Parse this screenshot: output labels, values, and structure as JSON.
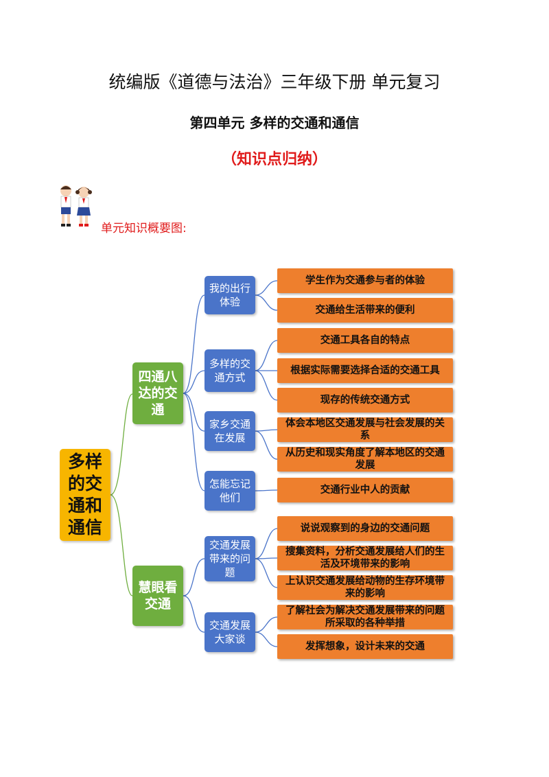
{
  "header": {
    "title": "统编版《道德与法治》三年级下册  单元复习",
    "unit_title": "第四单元  多样的交通和通信",
    "subtitle": "（知识点归纳）",
    "section_label": "单元知识概要图:"
  },
  "mindmap": {
    "root": "多样的交通和通信",
    "branches": [
      {
        "label": "四通八达的交通",
        "topics": [
          {
            "label": "我的出行体验",
            "points": [
              "学生作为交通参与者的体验",
              "交通给生活带来的便利"
            ]
          },
          {
            "label": "多样的交通方式",
            "points": [
              "交通工具各自的特点",
              "根据实际需要选择合适的交通工具",
              "现存的传统交通方式"
            ]
          },
          {
            "label": "家乡交通在发展",
            "points": [
              "体会本地区交通发展与社会发展的关系",
              "从历史和现实角度了解本地区的交通发展"
            ]
          },
          {
            "label": "怎能忘记他们",
            "points": [
              "交通行业中人的贡献"
            ]
          }
        ]
      },
      {
        "label": "慧眼看交通",
        "topics": [
          {
            "label": "交通发展带来的问题",
            "points": [
              "说说观察到的身边的交通问题",
              "搜集资料，分析交通发展给人们的生活及环境带来的影响",
              "上认识交通发展给动物的生存环境带来的影响"
            ]
          },
          {
            "label": "交通发展大家谈",
            "points": [
              "了解社会为解决交通发展带来的问题所采取的各种举措",
              "发挥想象，设计未来的交通"
            ]
          }
        ]
      }
    ]
  },
  "colors": {
    "root": "#f7b500",
    "level1": "#6fae3f",
    "level2": "#4a74c9",
    "level3": "#ee7f2d",
    "accent_red": "#e01b1b"
  }
}
